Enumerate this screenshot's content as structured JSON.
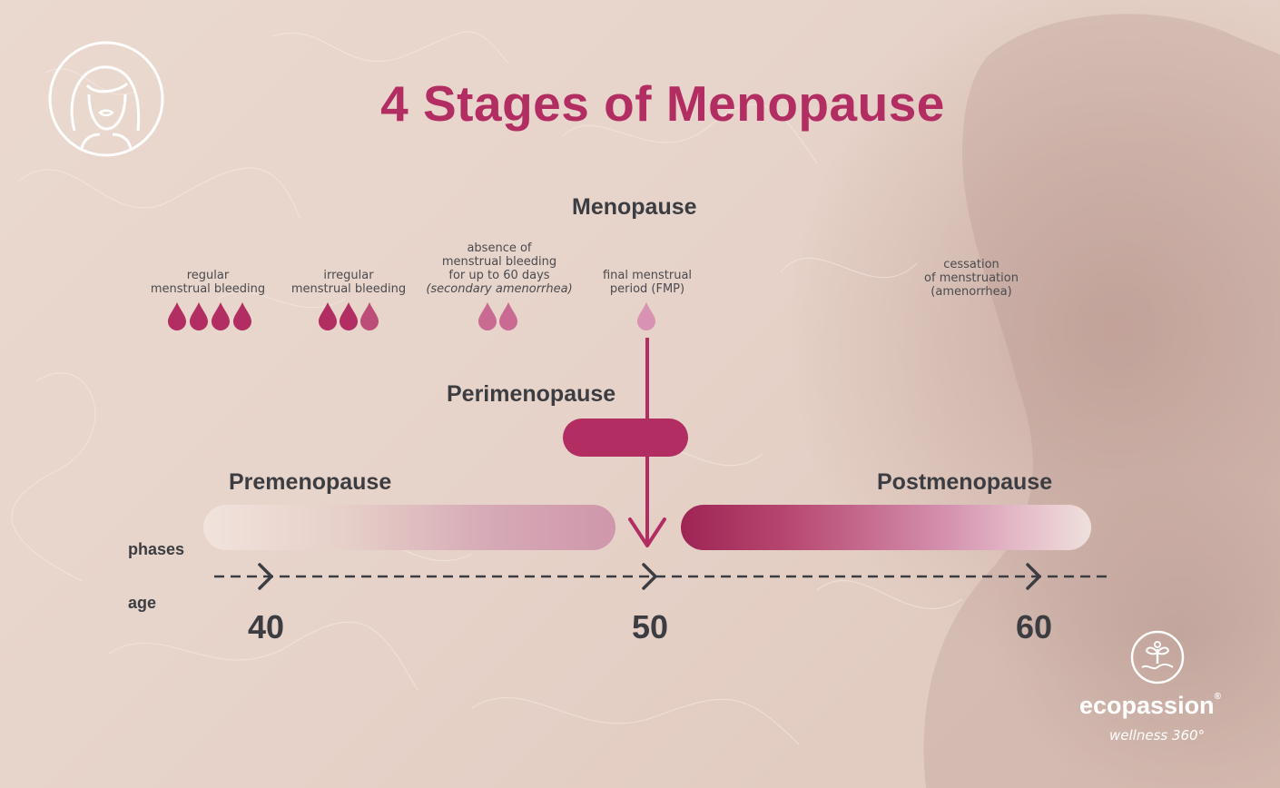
{
  "title": "4 Stages of Menopause",
  "phases": {
    "menopause": "Menopause",
    "perimenopause": "Perimenopause",
    "premenopause": "Premenopause",
    "postmenopause": "Postmenopause"
  },
  "notes": {
    "regular": [
      "regular",
      "menstrual bleeding"
    ],
    "irregular": [
      "irregular",
      "menstrual bleeding"
    ],
    "absence": [
      "absence of",
      "menstrual bleeding",
      "for up to 60 days",
      "(secondary amenorrhea)"
    ],
    "final": [
      "final menstrual",
      "period (FMP)"
    ],
    "cessation": [
      "cessation",
      "of menstruation",
      "(amenorrhea)"
    ]
  },
  "row_labels": {
    "phases": "phases",
    "age": "age"
  },
  "ages": [
    "40",
    "50",
    "60"
  ],
  "drops": {
    "regular": {
      "count": 4,
      "color": "#b22d62"
    },
    "irregular": {
      "count": 3,
      "color": "#b22d62",
      "last_color": "#bc4d78"
    },
    "absence": {
      "count": 2,
      "color": "#c96a92"
    },
    "final": {
      "count": 1,
      "color": "#d993b2"
    }
  },
  "colors": {
    "accent": "#b22d62",
    "text": "#3c3d42"
  },
  "logo": {
    "brand": "ecopassion",
    "mark": "®",
    "tagline": "wellness 360°"
  }
}
